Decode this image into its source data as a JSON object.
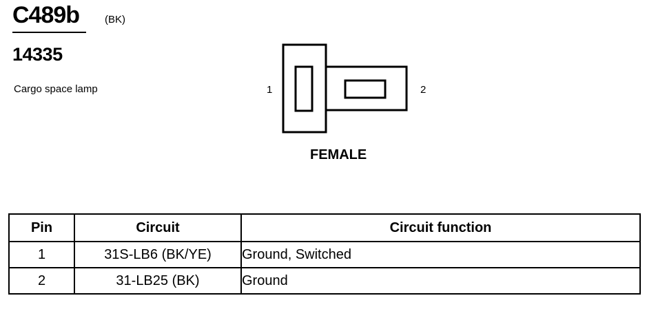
{
  "connector": {
    "id": "C489b",
    "color": "(BK)",
    "part_number": "14335",
    "description": "Cargo space lamp"
  },
  "diagram": {
    "pin_left_label": "1",
    "pin_right_label": "2",
    "gender": "FEMALE"
  },
  "table": {
    "headers": [
      "Pin",
      "Circuit",
      "Circuit function"
    ],
    "rows": [
      {
        "pin": "1",
        "circuit": "31S-LB6 (BK/YE)",
        "function": "Ground, Switched"
      },
      {
        "pin": "2",
        "circuit": "31-LB25 (BK)",
        "function": "Ground"
      }
    ]
  }
}
